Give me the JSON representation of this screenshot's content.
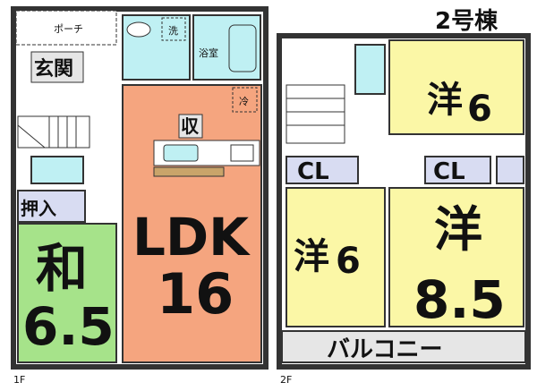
{
  "building_label": "2号棟",
  "floor1": {
    "label": "1F",
    "porch": "ポーチ",
    "washer": "洗",
    "bathroom": "浴室",
    "entrance": "玄関",
    "fridge": "冷",
    "storage": "収",
    "closet": "押入",
    "ldk_name": "LDK",
    "ldk_size": "16",
    "japanese_room_name": "和",
    "japanese_room_size": "6.5"
  },
  "floor2": {
    "label": "2F",
    "cl_left": "CL",
    "cl_right": "CL",
    "room_top_right_name": "洋",
    "room_top_right_size": "6",
    "room_left_name": "洋",
    "room_left_size": "6",
    "room_right_name": "洋",
    "room_right_size": "8.5",
    "balcony": "バルコニー"
  },
  "colors": {
    "ldk": "#f5a57f",
    "japanese_room": "#a6e38a",
    "western_room": "#fbf7a6",
    "wet_area": "#bff0f3",
    "closet": "#d8dcf2",
    "balcony": "#e6e6e6",
    "wall": "#333333"
  }
}
